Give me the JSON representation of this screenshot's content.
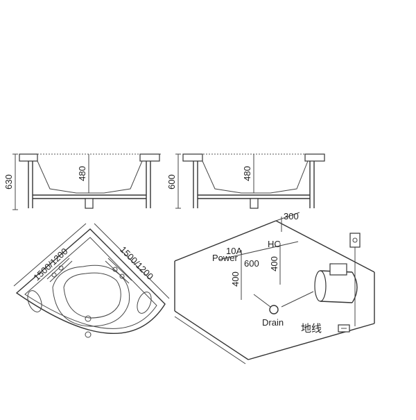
{
  "elevation_left": {
    "height_label": "630",
    "inner_depth_label": "480"
  },
  "elevation_right": {
    "height_label": "600",
    "inner_depth_label": "480"
  },
  "plan_view": {
    "side_left_label": "1500/1200",
    "side_right_label": "1500/1200"
  },
  "room_view": {
    "dim_top": "300",
    "label_10a": "10A",
    "label_power": "Power",
    "label_hc": "HC",
    "dim_600": "600",
    "dim_400_left": "400",
    "dim_400_right": "400",
    "label_drain": "Drain",
    "label_ground": "地线"
  }
}
